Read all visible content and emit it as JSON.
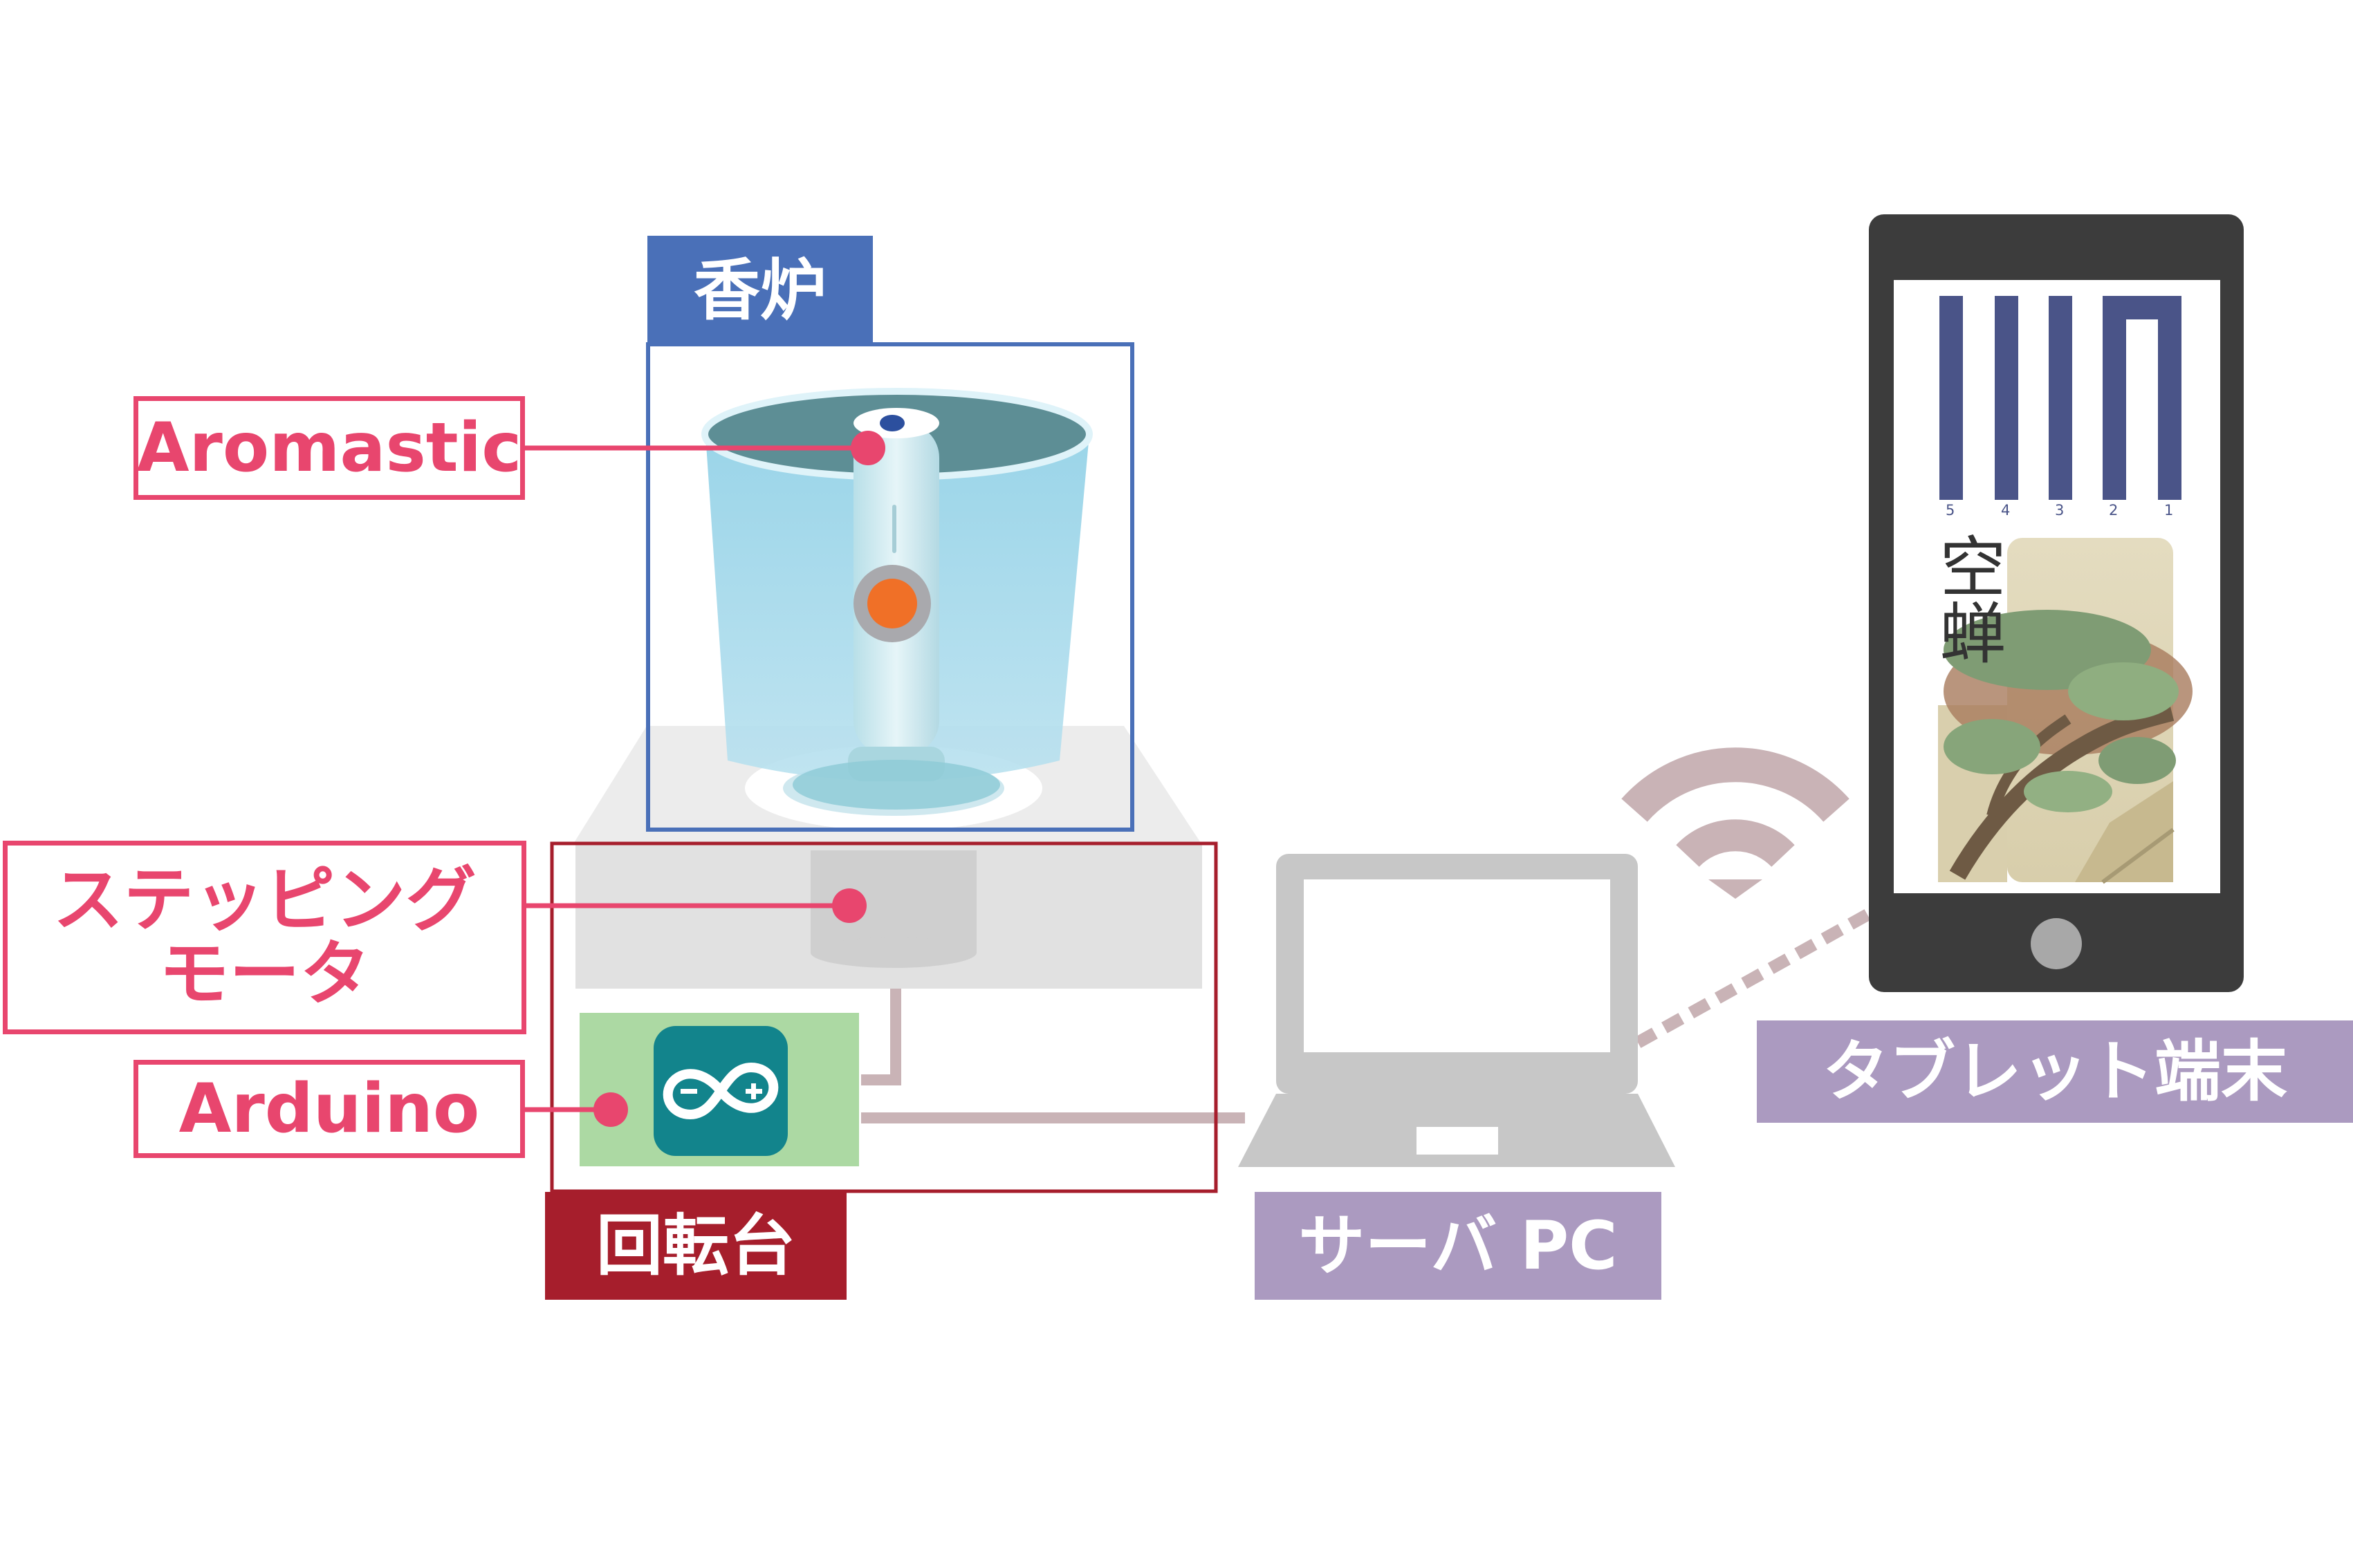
{
  "labels": {
    "incense_burner": "香炉",
    "aromastic": "Aromastic",
    "stepping_motor_line1": "ステッピング",
    "stepping_motor_line2": "モータ",
    "arduino": "Arduino",
    "turntable": "回転台",
    "server_pc": "サーバ PC",
    "tablet": "タブレット端末"
  },
  "tablet_screen": {
    "kanji_text": "空蝉",
    "bar_numbers": [
      "5",
      "4",
      "3",
      "2",
      "1"
    ]
  },
  "colors": {
    "pink_accent": "#e8466e",
    "incense_blue": "#4a70b8",
    "turntable_red": "#a61e2c",
    "purple_label": "#ab9ac0",
    "connection_gray": "#c9b3b6",
    "arduino_green_panel": "#acd9a3",
    "arduino_teal": "#12848c",
    "tablet_bar_navy": "#4a5488"
  },
  "icons": {
    "wifi": "wifi-icon",
    "arduino_logo": "arduino-logo-icon",
    "laptop": "laptop-icon",
    "tablet": "tablet-icon"
  }
}
